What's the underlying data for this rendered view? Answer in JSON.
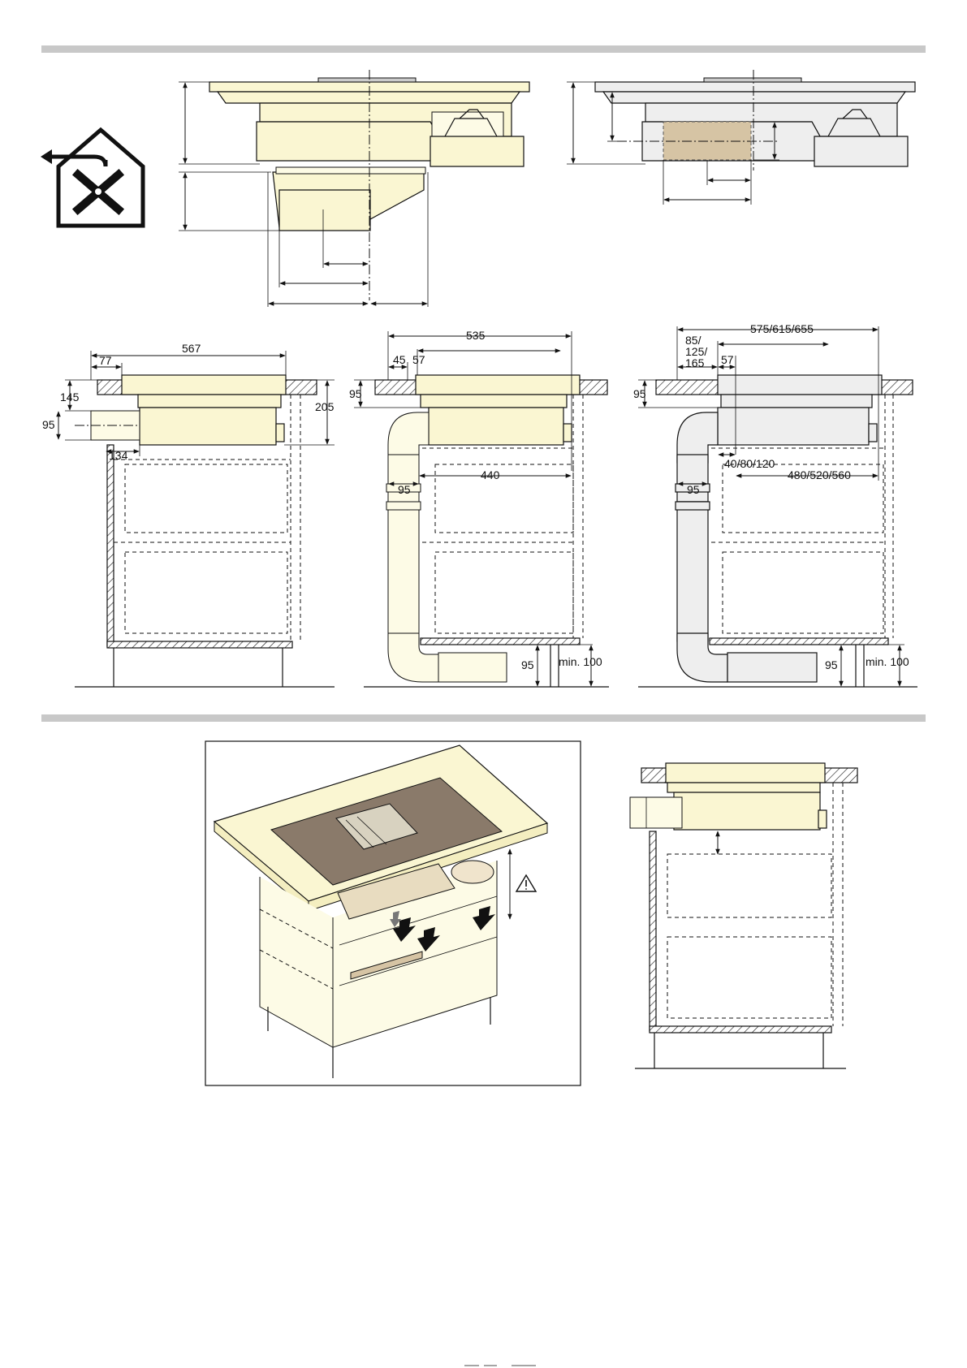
{
  "dimensions": {
    "a_567": "567",
    "a_77": "77",
    "a_145": "145",
    "a_95": "95",
    "a_205": "205",
    "a_134": "134",
    "b_535": "535",
    "b_45": "45",
    "b_57": "57",
    "b_95_top": "95",
    "b_440": "440",
    "b_95_duct": "95",
    "b_95_bottom": "95",
    "b_min100": "min. 100",
    "c_575": "575/615/655",
    "c_85_l1": "85/",
    "c_85_l2": "125/",
    "c_85_l3": "165",
    "c_57": "57",
    "c_95_top": "95",
    "c_40": "40/80/120",
    "c_480": "480/520/560",
    "c_95_duct": "95",
    "c_95_bottom": "95",
    "c_min100": "min. 100"
  },
  "colors": {
    "separator": "#c8c8c8",
    "appliance": "#faf6d2",
    "cooktop_glass": "#8a7a6a",
    "filter_tan": "#d6c4a4"
  },
  "icons": [
    "recirculation-house-icon",
    "warning-triangle-icon"
  ]
}
